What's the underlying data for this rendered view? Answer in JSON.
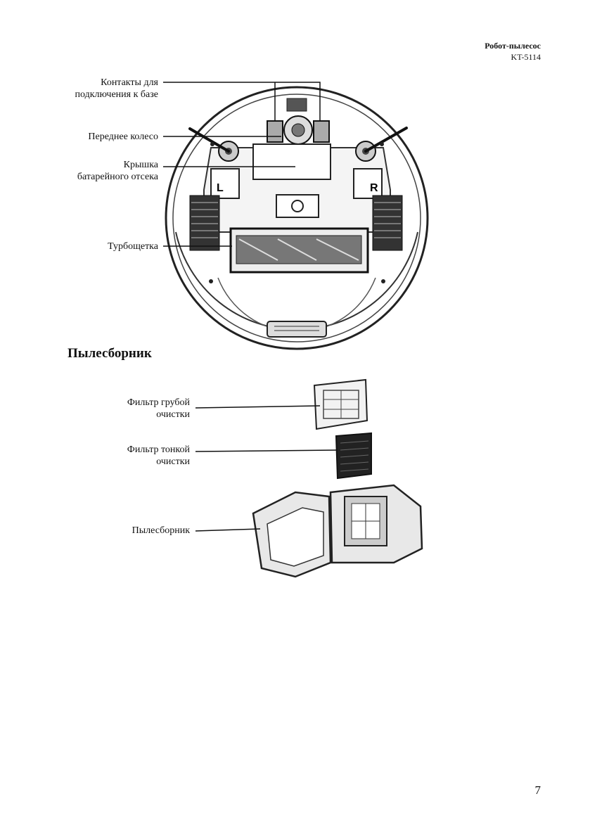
{
  "header": {
    "title": "Робот-пылесос",
    "model": "KT-5114"
  },
  "robot_labels": {
    "contacts": [
      "Контакты для",
      "подключения к базе"
    ],
    "front_wheel": "Переднее колесо",
    "battery_cover": [
      "Крышка",
      "батарейного отсека"
    ],
    "turbo_brush": "Турбощетка"
  },
  "section": {
    "title": "Пылесборник"
  },
  "dustbin_labels": {
    "coarse_filter": [
      "Фильтр грубой",
      "очистки"
    ],
    "fine_filter": [
      "Фильтр тонкой",
      "очистки"
    ],
    "dustbin": "Пылесборник"
  },
  "wheel_marks": {
    "left": "L",
    "right": "R"
  },
  "page": {
    "number": "7"
  }
}
